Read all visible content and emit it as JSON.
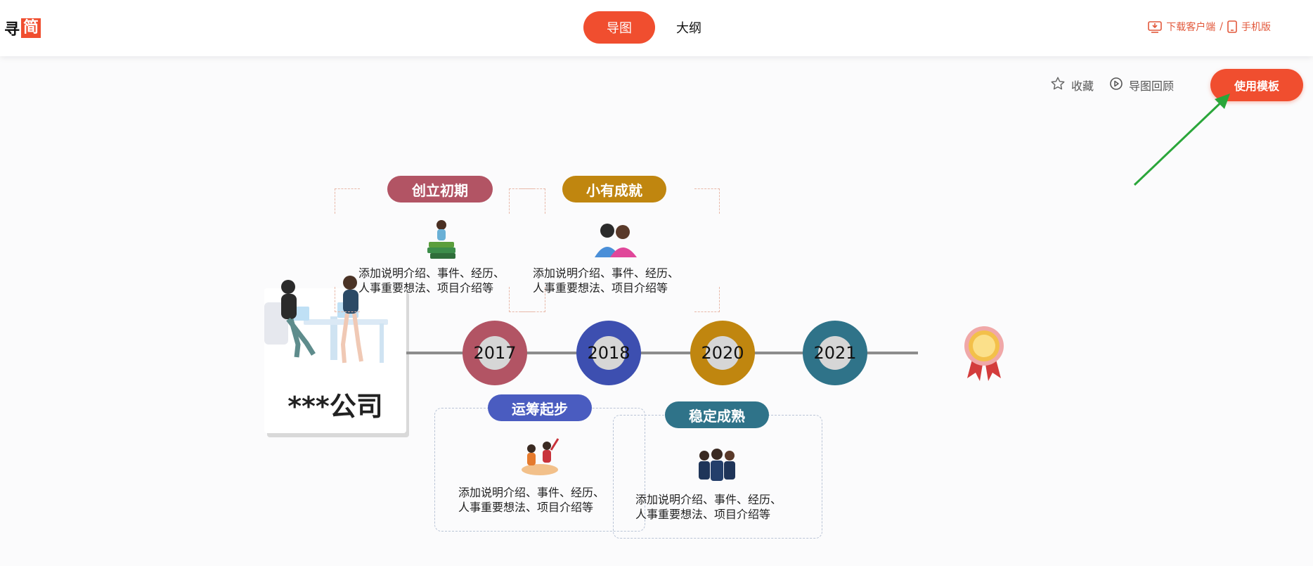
{
  "brand": {
    "logo_part1": "寻",
    "logo_part2": "简"
  },
  "tabs": [
    {
      "label": "导图",
      "active": true
    },
    {
      "label": "大纲",
      "active": false
    }
  ],
  "top_links": {
    "download": "下载客户端",
    "separator": "/",
    "mobile": "手机版"
  },
  "toolbar": {
    "favorite": "收藏",
    "replay": "导图回顾",
    "use_template": "使用模板"
  },
  "colors": {
    "accent": "#f04e2f",
    "arrow": "#2aa63a"
  },
  "mindmap": {
    "company": "***公司",
    "years": [
      {
        "label": "2017",
        "color": "#b25464"
      },
      {
        "label": "2018",
        "color": "#3d4fb0"
      },
      {
        "label": "2020",
        "color": "#c0860f"
      },
      {
        "label": "2021",
        "color": "#2f7389"
      }
    ],
    "stages": [
      {
        "title": "创立初期",
        "color": "#b25464",
        "desc1": "添加说明介绍、事件、经历、",
        "desc2": "人事重要想法、项目介绍等"
      },
      {
        "title": "小有成就",
        "color": "#c0860f",
        "desc1": "添加说明介绍、事件、经历、",
        "desc2": "人事重要想法、项目介绍等"
      },
      {
        "title": "运筹起步",
        "color": "#4a5cc0",
        "desc1": "添加说明介绍、事件、经历、",
        "desc2": "人事重要想法、项目介绍等"
      },
      {
        "title": "稳定成熟",
        "color": "#2f7389",
        "desc1": "添加说明介绍、事件、经历、",
        "desc2": "人事重要想法、项目介绍等"
      }
    ]
  }
}
